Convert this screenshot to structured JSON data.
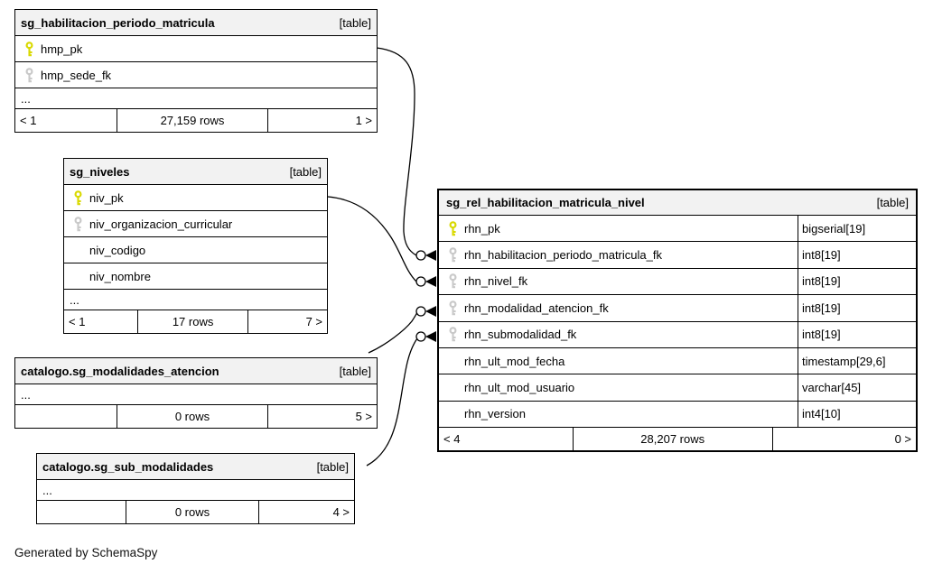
{
  "note": "Generated by SchemaSpy",
  "tables": [
    {
      "title": "sg_habilitacion_periodo_matricula",
      "badge": "[table]",
      "columns": [
        {
          "name": "hmp_pk",
          "key": "pk"
        },
        {
          "name": "hmp_sede_fk",
          "key": "fk"
        },
        {
          "name": "...",
          "key": "none"
        }
      ],
      "footer": {
        "left": "< 1",
        "center": "27,159 rows",
        "right": "1 >"
      }
    },
    {
      "title": "sg_niveles",
      "badge": "[table]",
      "columns": [
        {
          "name": "niv_pk",
          "key": "pk"
        },
        {
          "name": "niv_organizacion_curricular",
          "key": "fk"
        },
        {
          "name": "niv_codigo",
          "key": "none"
        },
        {
          "name": "niv_nombre",
          "key": "none"
        },
        {
          "name": "...",
          "key": "none"
        }
      ],
      "footer": {
        "left": "< 1",
        "center": "17 rows",
        "right": "7 >"
      }
    },
    {
      "title": "catalogo.sg_modalidades_atencion",
      "badge": "[table]",
      "columns": [
        {
          "name": "...",
          "key": "none"
        }
      ],
      "footer": {
        "left": "",
        "center": "0 rows",
        "right": "5 >"
      }
    },
    {
      "title": "catalogo.sg_sub_modalidades",
      "badge": "[table]",
      "columns": [
        {
          "name": "...",
          "key": "none"
        }
      ],
      "footer": {
        "left": "",
        "center": "0 rows",
        "right": "4 >"
      }
    },
    {
      "title": "sg_rel_habilitacion_matricula_nivel",
      "badge": "[table]",
      "columns": [
        {
          "name": "rhn_pk",
          "type": "bigserial[19]",
          "key": "pk"
        },
        {
          "name": "rhn_habilitacion_periodo_matricula_fk",
          "type": "int8[19]",
          "key": "fk"
        },
        {
          "name": "rhn_nivel_fk",
          "type": "int8[19]",
          "key": "fk"
        },
        {
          "name": "rhn_modalidad_atencion_fk",
          "type": "int8[19]",
          "key": "fk"
        },
        {
          "name": "rhn_submodalidad_fk",
          "type": "int8[19]",
          "key": "fk"
        },
        {
          "name": "rhn_ult_mod_fecha",
          "type": "timestamp[29,6]",
          "key": "none"
        },
        {
          "name": "rhn_ult_mod_usuario",
          "type": "varchar[45]",
          "key": "none"
        },
        {
          "name": "rhn_version",
          "type": "int4[10]",
          "key": "none"
        }
      ],
      "footer": {
        "left": "< 4",
        "center": "28,207 rows",
        "right": "0 >"
      }
    }
  ],
  "relationships": [
    {
      "from": "sg_habilitacion_periodo_matricula.hmp_pk",
      "to": "sg_rel_habilitacion_matricula_nivel.rhn_habilitacion_periodo_matricula_fk"
    },
    {
      "from": "sg_niveles.niv_pk",
      "to": "sg_rel_habilitacion_matricula_nivel.rhn_nivel_fk"
    },
    {
      "from": "catalogo.sg_modalidades_atencion",
      "to": "sg_rel_habilitacion_matricula_nivel.rhn_modalidad_atencion_fk"
    },
    {
      "from": "catalogo.sg_sub_modalidades",
      "to": "sg_rel_habilitacion_matricula_nivel.rhn_submodalidad_fk"
    }
  ],
  "colors": {
    "primary_key": "#d9d900",
    "foreign_key": "#c9c9c9",
    "header_bg": "#f2f2f2",
    "border": "#000000"
  }
}
